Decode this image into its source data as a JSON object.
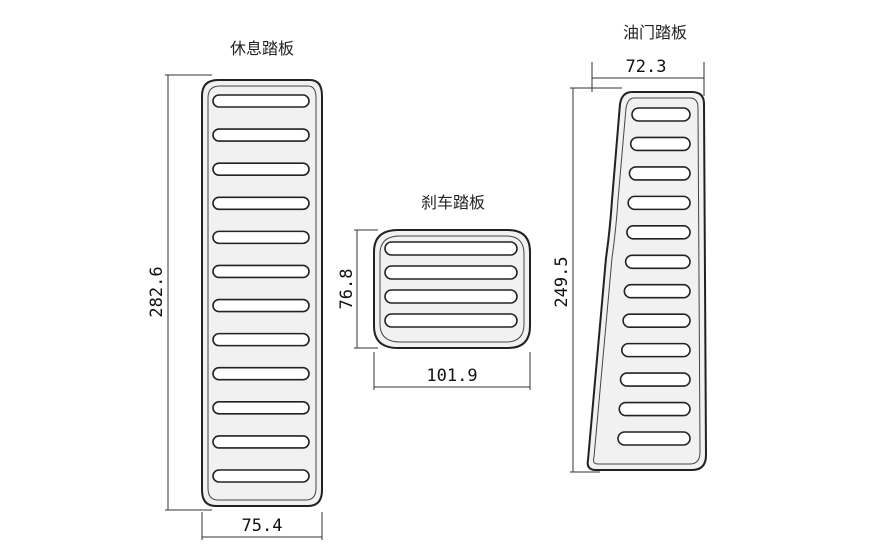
{
  "pedals": {
    "footrest": {
      "title": "休息踏板",
      "height_label": "282.6",
      "width_label": "75.4",
      "slot_count": 12
    },
    "brake": {
      "title": "刹车踏板",
      "height_label": "76.8",
      "width_label": "101.9",
      "slot_count": 4
    },
    "accelerator": {
      "title": "油门踏板",
      "height_label": "249.5",
      "width_label": "72.3",
      "slot_count": 12
    }
  },
  "colors": {
    "outline": "#222222",
    "fill": "#f1f1f1",
    "slot_fill": "#ffffff"
  }
}
